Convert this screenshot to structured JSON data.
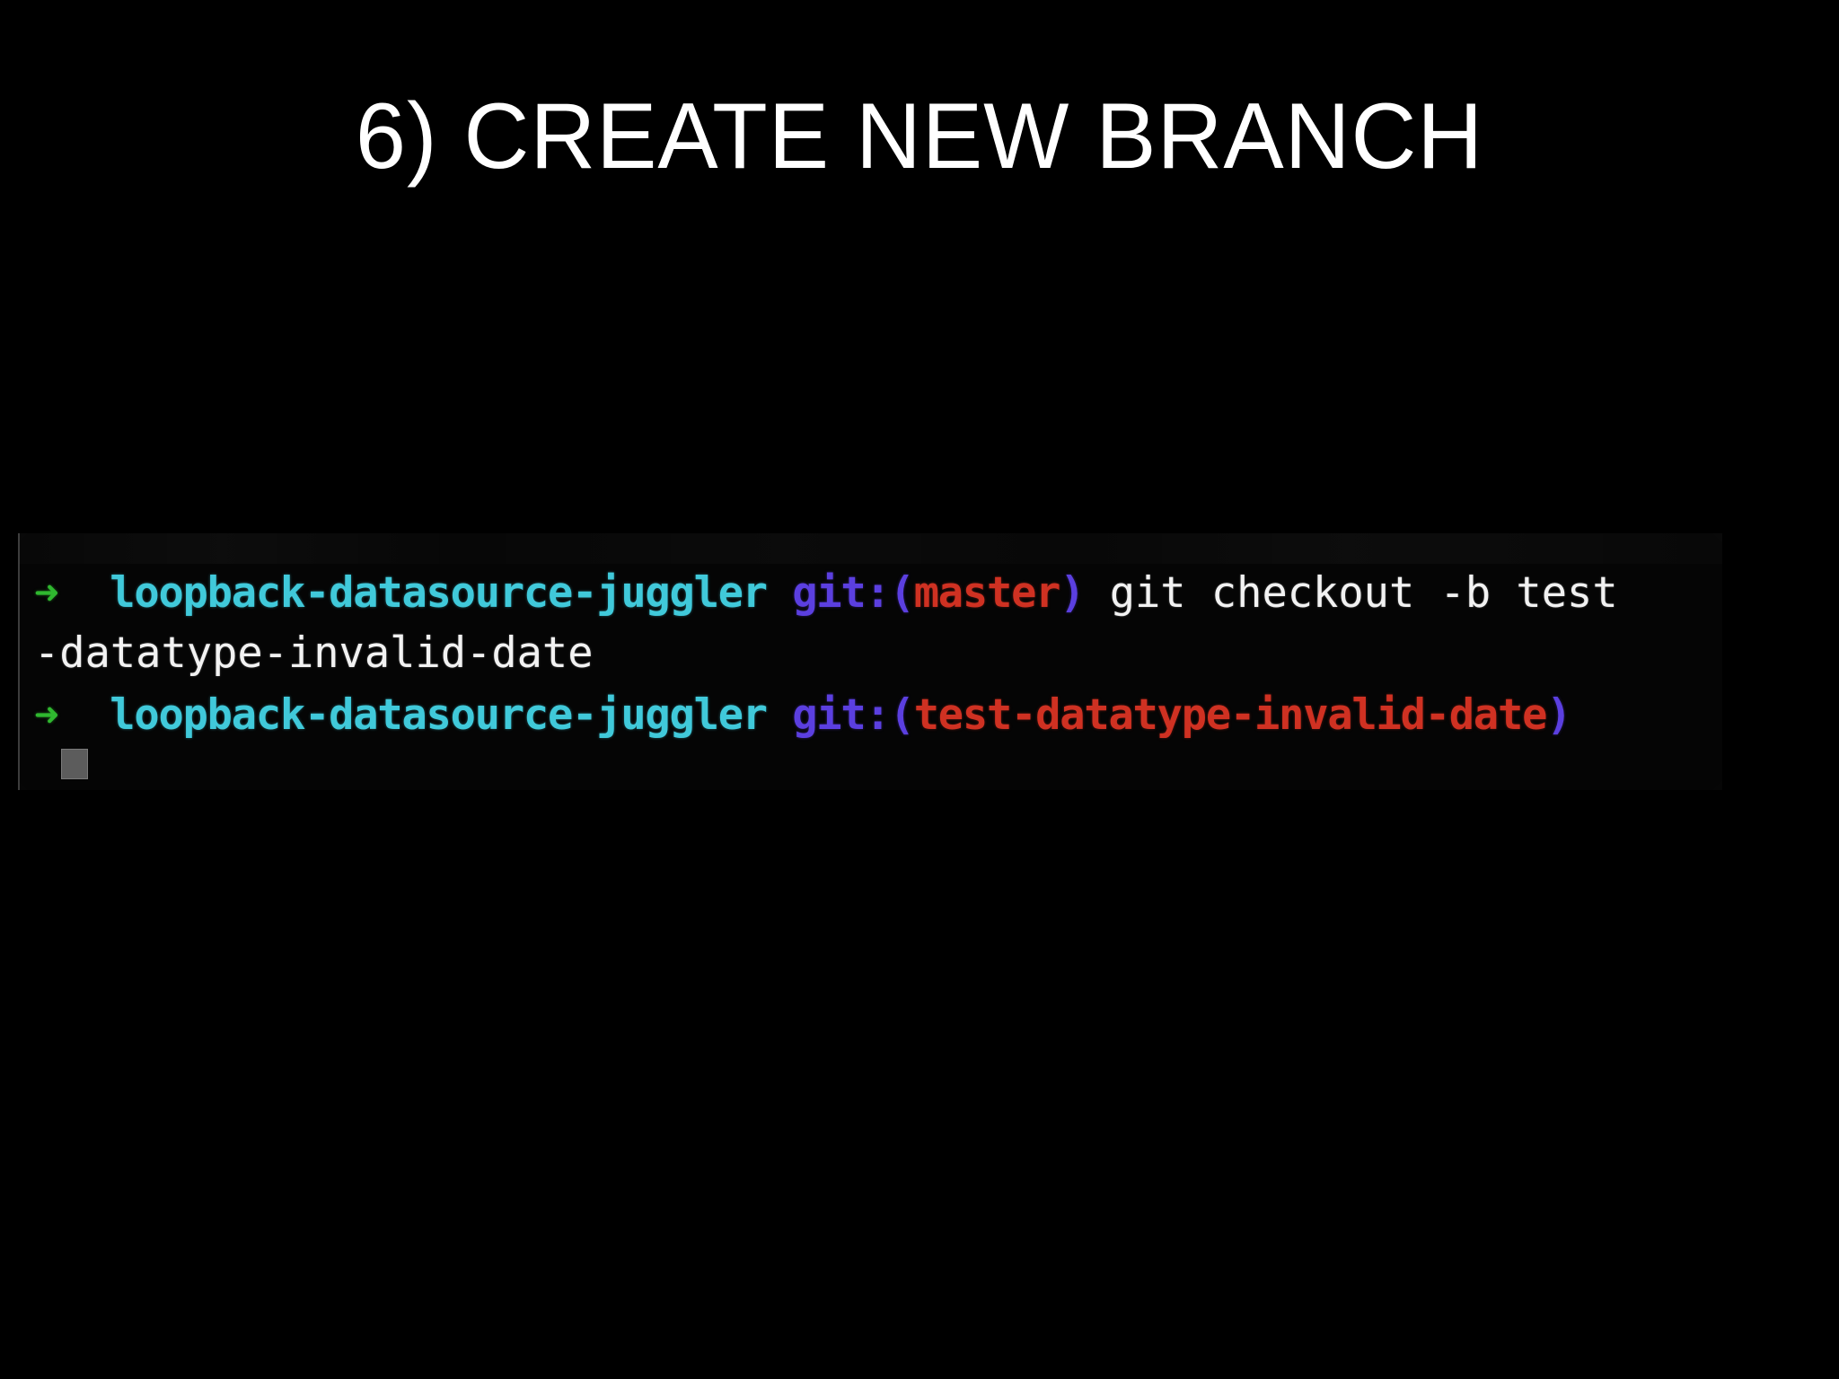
{
  "slide": {
    "background_color": "#000000",
    "title": "6) CREATE NEW BRANCH",
    "title_color": "#ffffff"
  },
  "terminal": {
    "background_color": "#050505",
    "cursor": {
      "name": "block-cursor",
      "color": "#5c5c5c"
    },
    "colors": {
      "arrow_green": "#2fb82f",
      "directory_cyan": "#40c9da",
      "git_purple": "#5b3fe0",
      "branch_red": "#cf3122",
      "command_white": "#f2f2f2"
    },
    "lines": [
      {
        "id": "prompt-line-1",
        "segments": [
          {
            "type": "arrow",
            "text": "➜"
          },
          {
            "type": "space",
            "text": "  "
          },
          {
            "type": "dir",
            "text": "loopback-datasource-juggler"
          },
          {
            "type": "space",
            "text": " "
          },
          {
            "type": "git",
            "text": "git:("
          },
          {
            "type": "branch",
            "text": "master"
          },
          {
            "type": "git",
            "text": ")"
          },
          {
            "type": "space",
            "text": " "
          },
          {
            "type": "cmd",
            "text": "git checkout -b test"
          }
        ]
      },
      {
        "id": "wrapped-line-1",
        "segments": [
          {
            "type": "cmd",
            "text": "-datatype-invalid-date"
          }
        ]
      },
      {
        "id": "prompt-line-2",
        "segments": [
          {
            "type": "arrow",
            "text": "➜"
          },
          {
            "type": "space",
            "text": "  "
          },
          {
            "type": "dir",
            "text": "loopback-datasource-juggler"
          },
          {
            "type": "space",
            "text": " "
          },
          {
            "type": "git",
            "text": "git:("
          },
          {
            "type": "branch",
            "text": "test-datatype-invalid-date"
          },
          {
            "type": "git",
            "text": ")"
          }
        ]
      }
    ],
    "full_command": "git checkout -b test-datatype-invalid-date",
    "working_directory": "loopback-datasource-juggler",
    "branch_before": "master",
    "branch_after": "test-datatype-invalid-date"
  }
}
